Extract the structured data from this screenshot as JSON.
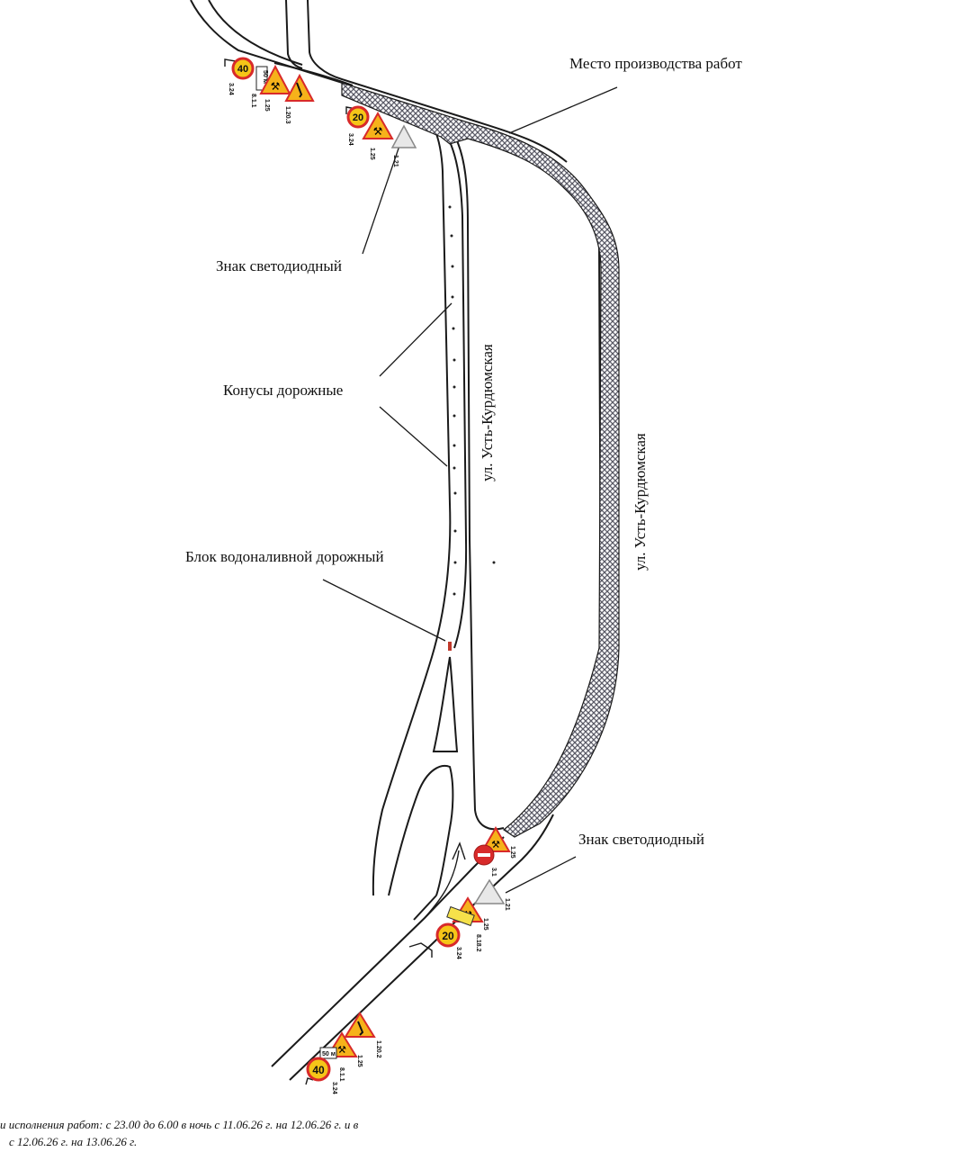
{
  "labels": {
    "work_site": "Место производства работ",
    "led_sign_top": "Знак светодиодный",
    "cones": "Конусы дорожные",
    "water_block": "Блок водоналивной дорожный",
    "led_sign_bottom": "Знак светодиодный"
  },
  "streets": {
    "inner": "ул. Усть-Курдюмская",
    "outer": "ул. Усть-Курдюмская"
  },
  "notes": {
    "line1": "и исполнения работ: с 23.00 до 6.00 в ночь с 11.06.26 г. на 12.06.26 г. и в",
    "line2": "с 12.06.26 г. на 13.06.26 г."
  },
  "signs": {
    "top_left": {
      "speed": "40",
      "plate": "50 м",
      "codes": [
        "3.24",
        "8.1.1",
        "1.25",
        "1.20.3"
      ]
    },
    "top_mid": {
      "speed": "20",
      "codes": [
        "3.24",
        "1.25",
        "1.21"
      ]
    },
    "bottom_right": {
      "speed": "20",
      "codes": [
        "3.1",
        "1.25",
        "1.21",
        "1.25",
        "8.18.2",
        "3.24"
      ]
    },
    "bottom_left": {
      "speed": "40",
      "plate": "50 м",
      "codes": [
        "1.20.2",
        "1.25",
        "8.1.1",
        "3.24"
      ]
    }
  },
  "colors": {
    "warning_fill": "#f6b21a",
    "sign_red": "#d82a2a",
    "speed_fill": "#f5c518",
    "work_zone": "#7a7a86",
    "line": "#1a1a1a"
  }
}
